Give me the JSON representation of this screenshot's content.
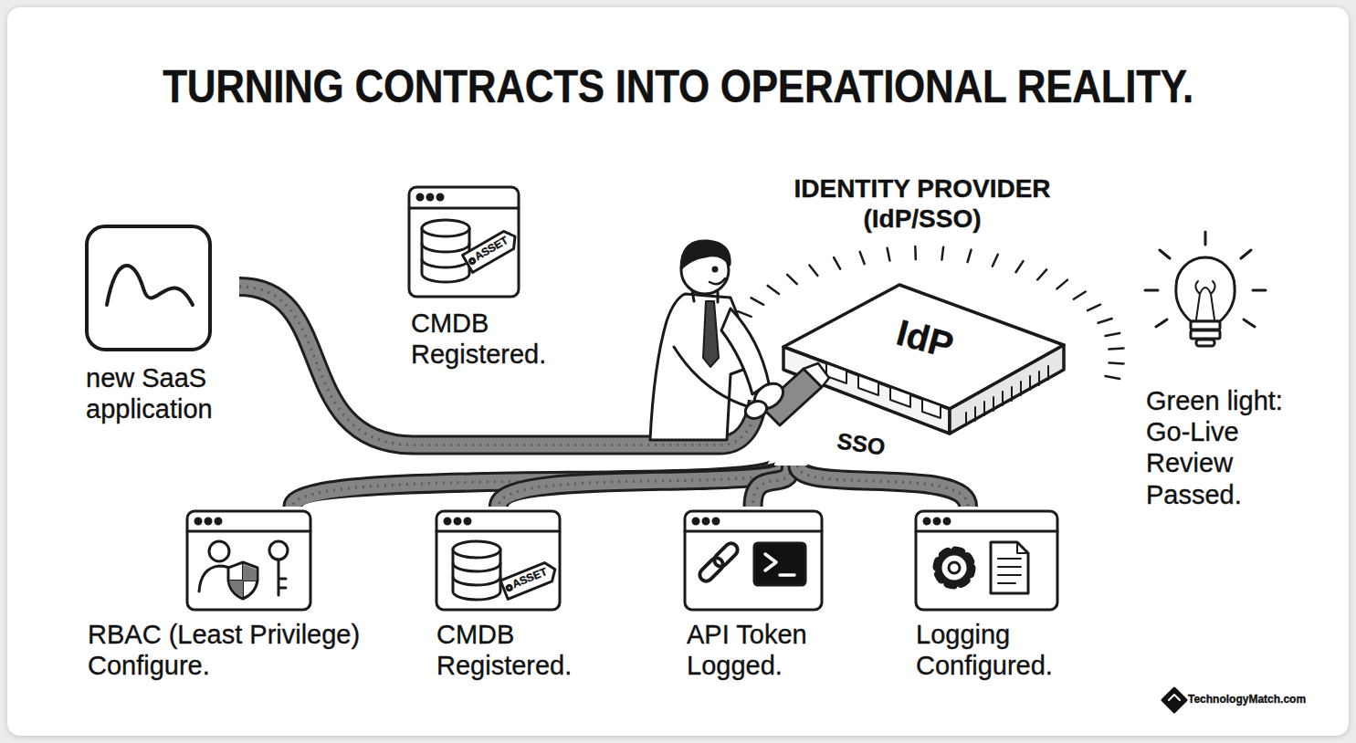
{
  "diagram": {
    "title": "TURNING CONTRACTS INTO OPERATIONAL REALITY.",
    "nodes": [
      {
        "text": [
          "new SaaS application"
        ]
      },
      {
        "text": [
          "CMDB Registered."
        ]
      },
      {
        "text": [
          "IDENTITY PROVIDER (IdP/SSO)",
          "IdP",
          "SSO"
        ]
      },
      {
        "text": [
          "RBAC (Least Privilege) Configure."
        ]
      },
      {
        "text": [
          "CMDB Registered."
        ]
      },
      {
        "text": [
          "API Token Logged."
        ]
      },
      {
        "text": [
          "Logging Configured."
        ]
      }
    ],
    "edges": [
      {
        "from": 0,
        "to": 2,
        "arrow": "none"
      },
      {
        "from": 2,
        "to": 3,
        "arrow": "none"
      },
      {
        "from": 2,
        "to": 4,
        "arrow": "none"
      },
      {
        "from": 2,
        "to": 5,
        "arrow": "none"
      },
      {
        "from": 2,
        "to": 6,
        "arrow": "none"
      }
    ],
    "labels": [
      "ASSET",
      "ASSET",
      "Green light: Go-Live Review Passed.",
      "TechnologyMatch.com"
    ]
  }
}
